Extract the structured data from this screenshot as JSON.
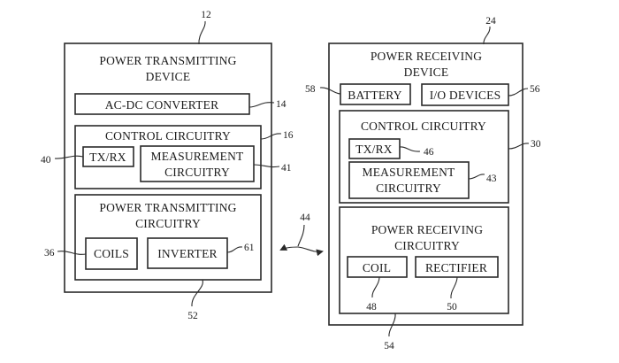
{
  "figure": {
    "transmitter": {
      "ref": "12",
      "title_lines": [
        "POWER TRANSMITTING",
        "DEVICE"
      ],
      "ac_dc": {
        "label": "AC-DC CONVERTER",
        "ref": "14"
      },
      "control": {
        "label": "CONTROL CIRCUITRY",
        "ref": "16",
        "txrx": {
          "label": "TX/RX",
          "ref": "40"
        },
        "measurement": {
          "lines": [
            "MEASUREMENT",
            "CIRCUITRY"
          ],
          "ref": "41"
        }
      },
      "power_circuitry": {
        "lines": [
          "POWER TRANSMITTING",
          "CIRCUITRY"
        ],
        "ref": "52",
        "coils": {
          "label": "COILS",
          "ref": "36"
        },
        "inverter": {
          "label": "INVERTER",
          "ref": "61"
        }
      }
    },
    "wireless_link": {
      "ref": "44"
    },
    "receiver": {
      "ref": "24",
      "title_lines": [
        "POWER RECEIVING",
        "DEVICE"
      ],
      "battery": {
        "label": "BATTERY",
        "ref": "58"
      },
      "io_devices": {
        "label": "I/O DEVICES",
        "ref": "56"
      },
      "control": {
        "label": "CONTROL CIRCUITRY",
        "ref": "30",
        "txrx": {
          "label": "TX/RX",
          "ref": "46"
        },
        "measurement": {
          "lines": [
            "MEASUREMENT",
            "CIRCUITRY"
          ],
          "ref": "43"
        }
      },
      "power_circuitry": {
        "lines": [
          "POWER RECEIVING",
          "CIRCUITRY"
        ],
        "ref": "54",
        "coil": {
          "label": "COIL",
          "ref": "48"
        },
        "rectifier": {
          "label": "RECTIFIER",
          "ref": "50"
        }
      }
    }
  }
}
